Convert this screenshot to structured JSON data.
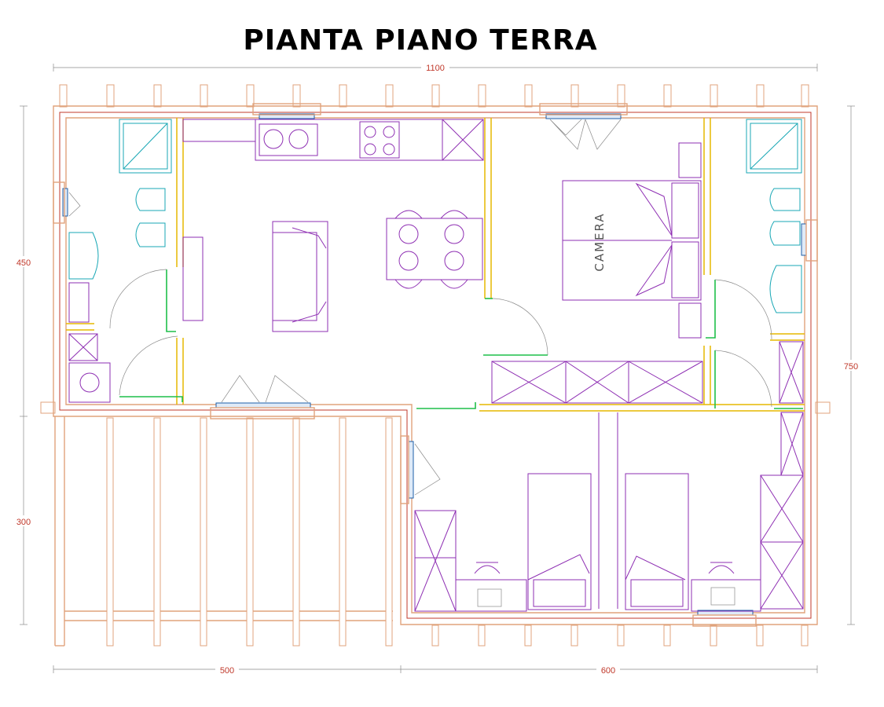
{
  "title": "PIANTA PIANO TERRA",
  "dimensions": {
    "top_width": "1100",
    "left_upper": "450",
    "left_lower": "300",
    "right_height": "750",
    "bottom_left": "500",
    "bottom_right": "600"
  },
  "rooms": {
    "camera": "CAMERA"
  },
  "colors": {
    "wall": "#e0a37c",
    "furniture": "#8e2fb3",
    "sanitary": "#18a7b5",
    "door": "#1fbf4a",
    "dimension": "#c0392b",
    "window": "#1e5fa8"
  }
}
